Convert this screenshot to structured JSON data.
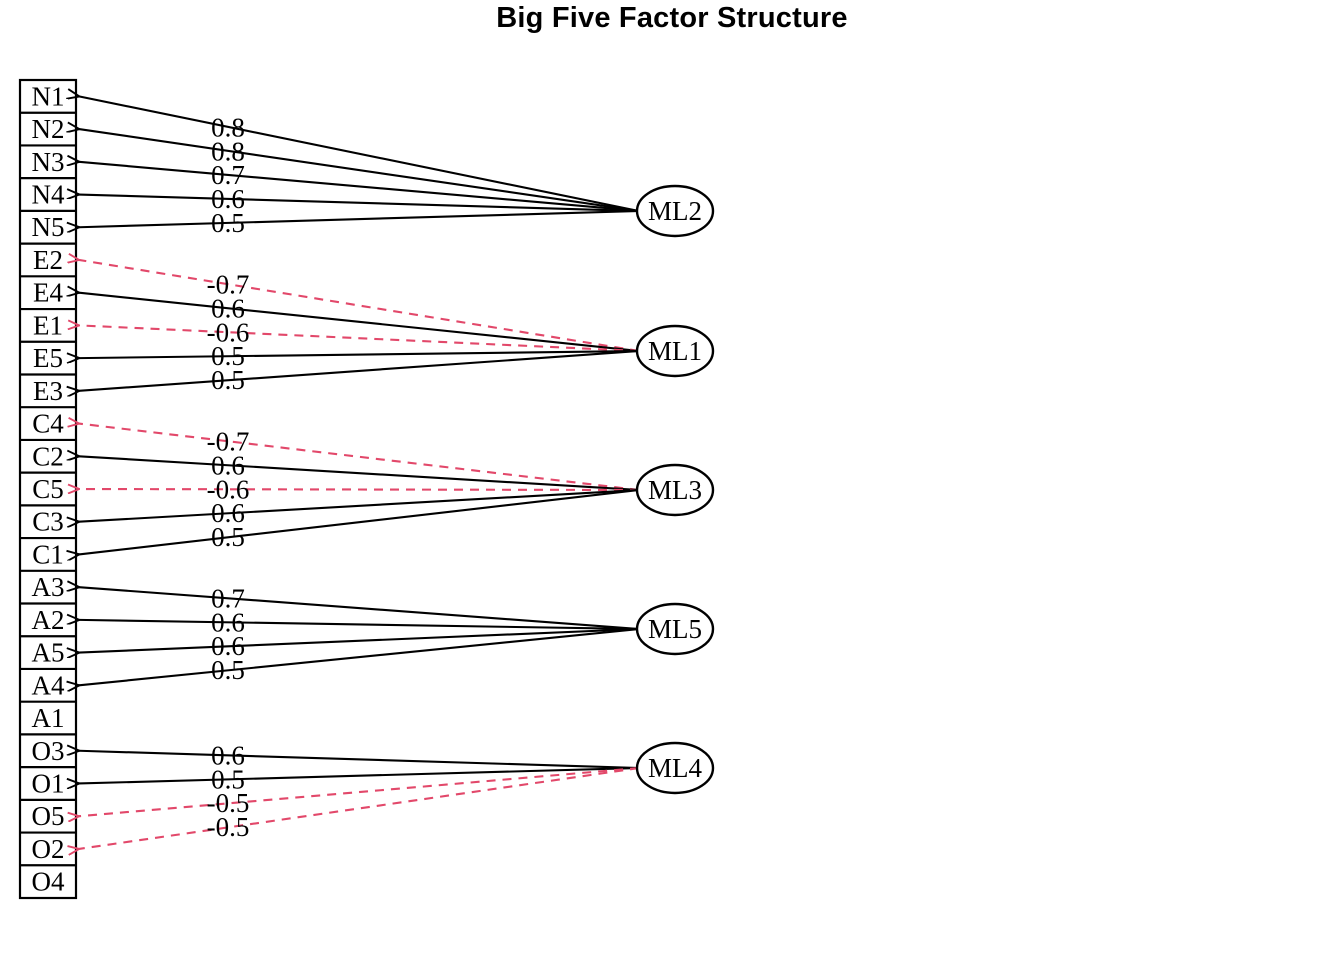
{
  "title": "Big Five Factor Structure",
  "colors": {
    "positive_path": "#000000",
    "negative_path": "#e2486a",
    "node_stroke": "#000000",
    "background": "#ffffff"
  },
  "chart_data": {
    "type": "diagram",
    "title": "Big Five Factor Structure",
    "diagram_kind": "factor-analysis-path-diagram",
    "manifest_variables": [
      "N1",
      "N2",
      "N3",
      "N4",
      "N5",
      "E2",
      "E4",
      "E1",
      "E5",
      "E3",
      "C4",
      "C2",
      "C5",
      "C3",
      "C1",
      "A3",
      "A2",
      "A5",
      "A4",
      "A1",
      "O3",
      "O1",
      "O5",
      "O2",
      "O4"
    ],
    "latent_factors": [
      "ML2",
      "ML1",
      "ML3",
      "ML5",
      "ML4"
    ],
    "loadings": [
      {
        "factor": "ML2",
        "variable": "N1",
        "value": 0.8,
        "label": "0.8",
        "sign": "positive"
      },
      {
        "factor": "ML2",
        "variable": "N2",
        "value": 0.8,
        "label": "0.8",
        "sign": "positive"
      },
      {
        "factor": "ML2",
        "variable": "N3",
        "value": 0.7,
        "label": "0.7",
        "sign": "positive"
      },
      {
        "factor": "ML2",
        "variable": "N4",
        "value": 0.6,
        "label": "0.6",
        "sign": "positive"
      },
      {
        "factor": "ML2",
        "variable": "N5",
        "value": 0.5,
        "label": "0.5",
        "sign": "positive"
      },
      {
        "factor": "ML1",
        "variable": "E2",
        "value": -0.7,
        "label": "-0.7",
        "sign": "negative"
      },
      {
        "factor": "ML1",
        "variable": "E4",
        "value": 0.6,
        "label": "0.6",
        "sign": "positive"
      },
      {
        "factor": "ML1",
        "variable": "E1",
        "value": -0.6,
        "label": "-0.6",
        "sign": "negative"
      },
      {
        "factor": "ML1",
        "variable": "E5",
        "value": 0.5,
        "label": "0.5",
        "sign": "positive"
      },
      {
        "factor": "ML1",
        "variable": "E3",
        "value": 0.5,
        "label": "0.5",
        "sign": "positive"
      },
      {
        "factor": "ML3",
        "variable": "C4",
        "value": -0.7,
        "label": "-0.7",
        "sign": "negative"
      },
      {
        "factor": "ML3",
        "variable": "C2",
        "value": 0.6,
        "label": "0.6",
        "sign": "positive"
      },
      {
        "factor": "ML3",
        "variable": "C5",
        "value": -0.6,
        "label": "-0.6",
        "sign": "negative"
      },
      {
        "factor": "ML3",
        "variable": "C3",
        "value": 0.6,
        "label": "0.6",
        "sign": "positive"
      },
      {
        "factor": "ML3",
        "variable": "C1",
        "value": 0.5,
        "label": "0.5",
        "sign": "positive"
      },
      {
        "factor": "ML5",
        "variable": "A3",
        "value": 0.7,
        "label": "0.7",
        "sign": "positive"
      },
      {
        "factor": "ML5",
        "variable": "A2",
        "value": 0.6,
        "label": "0.6",
        "sign": "positive"
      },
      {
        "factor": "ML5",
        "variable": "A5",
        "value": 0.6,
        "label": "0.6",
        "sign": "positive"
      },
      {
        "factor": "ML5",
        "variable": "A4",
        "value": 0.5,
        "label": "0.5",
        "sign": "positive"
      },
      {
        "factor": "ML4",
        "variable": "O3",
        "value": 0.6,
        "label": "0.6",
        "sign": "positive"
      },
      {
        "factor": "ML4",
        "variable": "O1",
        "value": 0.5,
        "label": "0.5",
        "sign": "positive"
      },
      {
        "factor": "ML4",
        "variable": "O5",
        "value": -0.5,
        "label": "-0.5",
        "sign": "negative"
      },
      {
        "factor": "ML4",
        "variable": "O2",
        "value": -0.5,
        "label": "-0.5",
        "sign": "negative"
      }
    ],
    "unloaded_variables": [
      "A1",
      "O4"
    ],
    "legend": {
      "positive": "solid black arrow",
      "negative": "dashed red arrow"
    }
  },
  "variables": [
    {
      "name": "N1"
    },
    {
      "name": "N2"
    },
    {
      "name": "N3"
    },
    {
      "name": "N4"
    },
    {
      "name": "N5"
    },
    {
      "name": "E2"
    },
    {
      "name": "E4"
    },
    {
      "name": "E1"
    },
    {
      "name": "E5"
    },
    {
      "name": "E3"
    },
    {
      "name": "C4"
    },
    {
      "name": "C2"
    },
    {
      "name": "C5"
    },
    {
      "name": "C3"
    },
    {
      "name": "C1"
    },
    {
      "name": "A3"
    },
    {
      "name": "A2"
    },
    {
      "name": "A5"
    },
    {
      "name": "A4"
    },
    {
      "name": "A1"
    },
    {
      "name": "O3"
    },
    {
      "name": "O1"
    },
    {
      "name": "O5"
    },
    {
      "name": "O2"
    },
    {
      "name": "O4"
    }
  ],
  "factors": [
    {
      "name": "ML2"
    },
    {
      "name": "ML1"
    },
    {
      "name": "ML3"
    },
    {
      "name": "ML5"
    },
    {
      "name": "ML4"
    }
  ],
  "loading_labels": [
    {
      "text": "0.8"
    },
    {
      "text": "0.8"
    },
    {
      "text": "0.7"
    },
    {
      "text": "0.6"
    },
    {
      "text": "0.5"
    },
    {
      "text": "-0.7"
    },
    {
      "text": "0.6"
    },
    {
      "text": "-0.6"
    },
    {
      "text": "0.5"
    },
    {
      "text": "0.5"
    },
    {
      "text": "-0.7"
    },
    {
      "text": "0.6"
    },
    {
      "text": "-0.6"
    },
    {
      "text": "0.6"
    },
    {
      "text": "0.5"
    },
    {
      "text": "0.7"
    },
    {
      "text": "0.6"
    },
    {
      "text": "0.6"
    },
    {
      "text": "0.5"
    },
    {
      "text": "0.6"
    },
    {
      "text": "0.5"
    },
    {
      "text": "-0.5"
    },
    {
      "text": "-0.5"
    }
  ]
}
